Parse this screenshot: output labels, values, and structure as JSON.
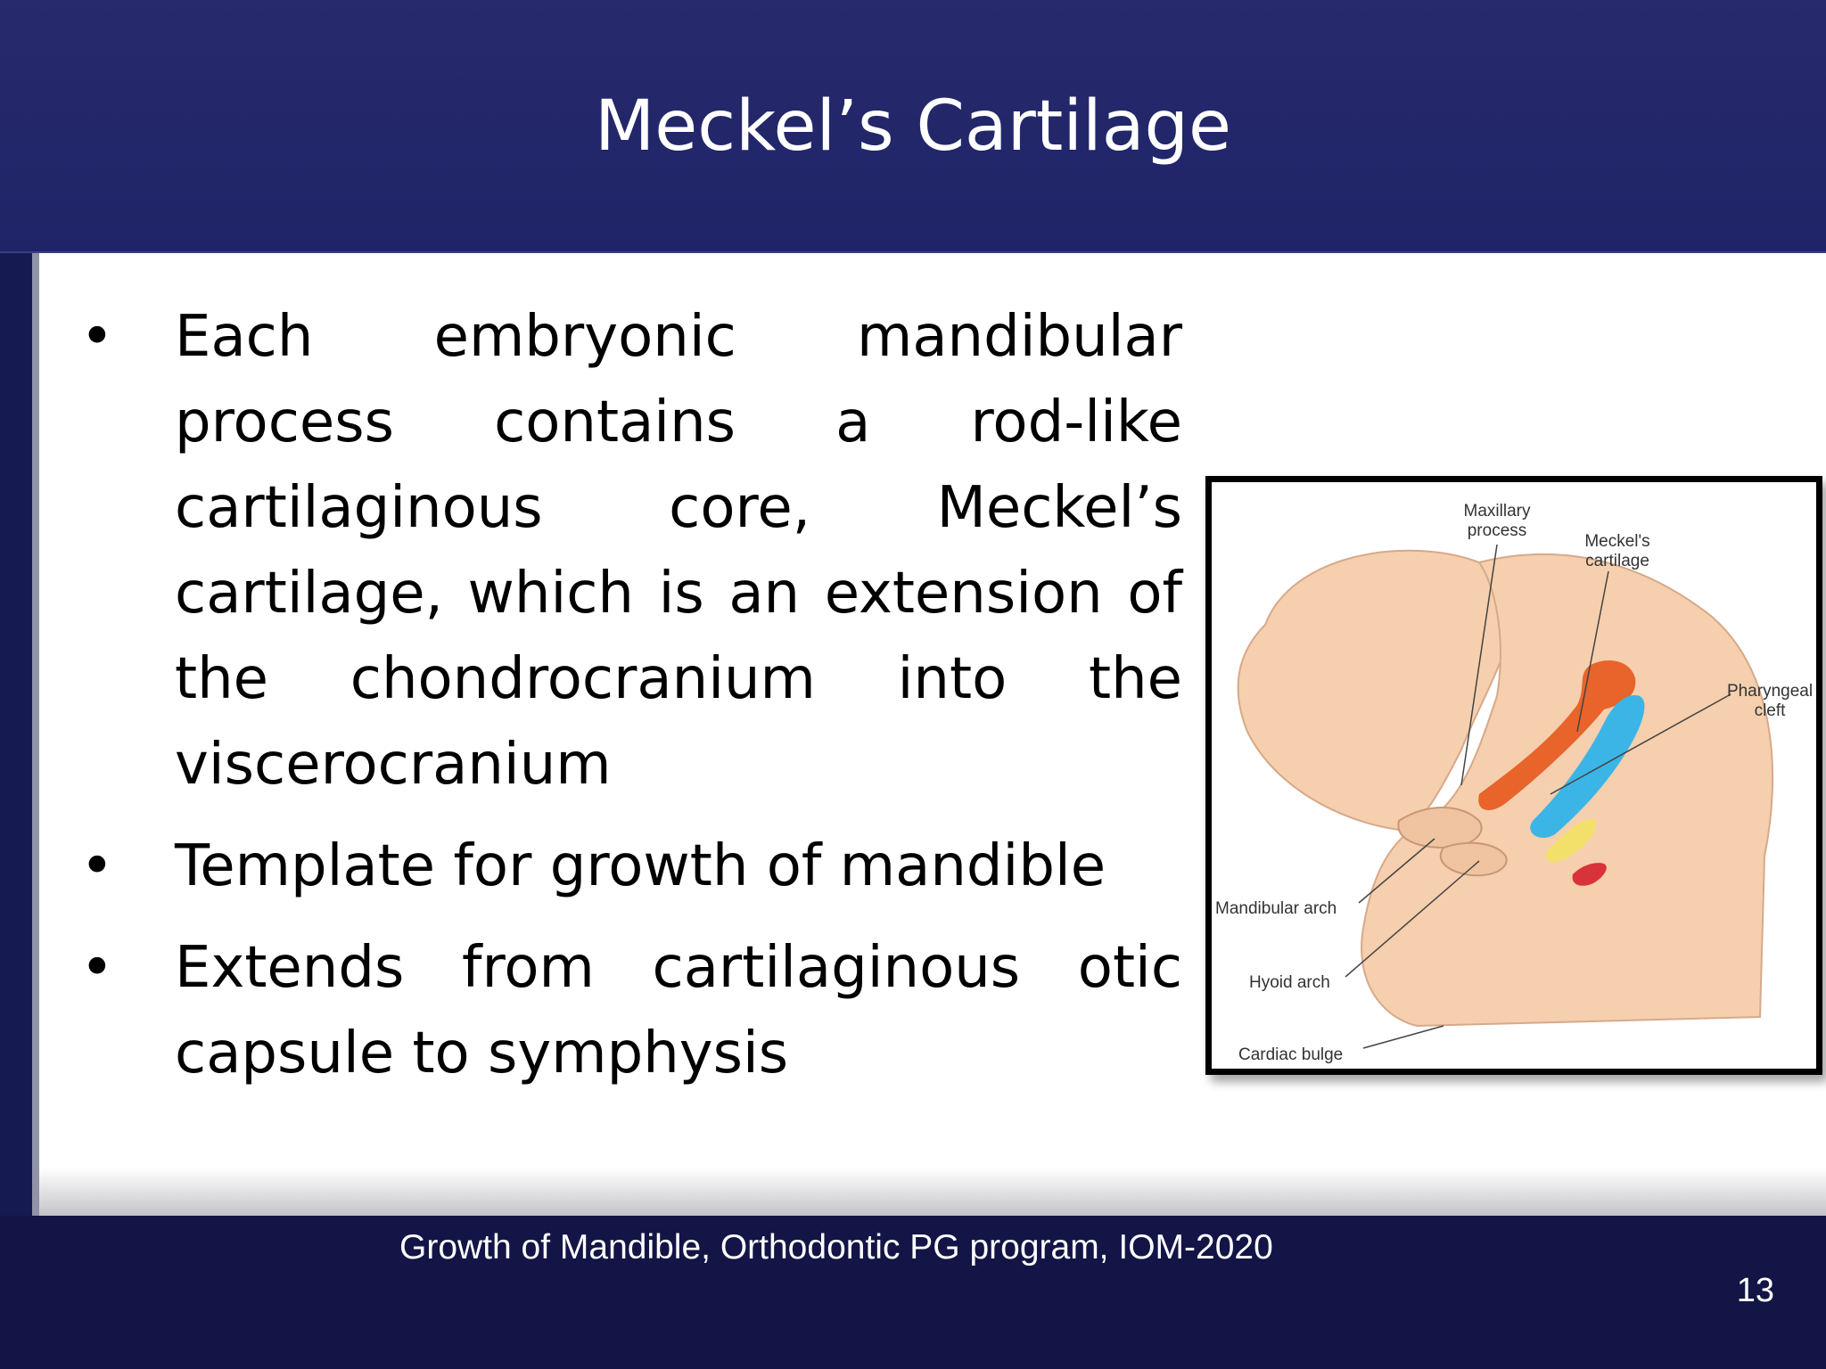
{
  "slide": {
    "title": "Meckel’s Cartilage",
    "bullets": [
      "Each embryonic mandibular process contains a rod-like cartilaginous core, Meckel’s cartilage, which is an extension of the chondrocranium into the viscerocranium",
      "Template for growth of mandible",
      "Extends from cartilaginous otic capsule to symphysis"
    ],
    "bullet_glyph": "•"
  },
  "figure": {
    "labels": {
      "maxillary_line1": "Maxillary",
      "maxillary_line2": "process",
      "meckels_line1": "Meckel's",
      "meckels_line2": "cartilage",
      "pharyngeal_line1": "Pharyngeal",
      "pharyngeal_line2": "cleft",
      "mandibular_arch": "Mandibular arch",
      "hyoid_arch": "Hyoid arch",
      "cardiac_bulge": "Cardiac bulge"
    },
    "colors": {
      "skin": "#f5cfae",
      "meckels": "#e8642a",
      "cleft": "#3bb5e6",
      "hyoid": "#f2e06a",
      "third_arch": "#d8333a"
    }
  },
  "footer": {
    "text": "Growth of Mandible, Orthodontic PG program, IOM-2020",
    "page_number": "13"
  },
  "theme": {
    "header_color": "#272a6c",
    "footer_color": "#121545"
  }
}
